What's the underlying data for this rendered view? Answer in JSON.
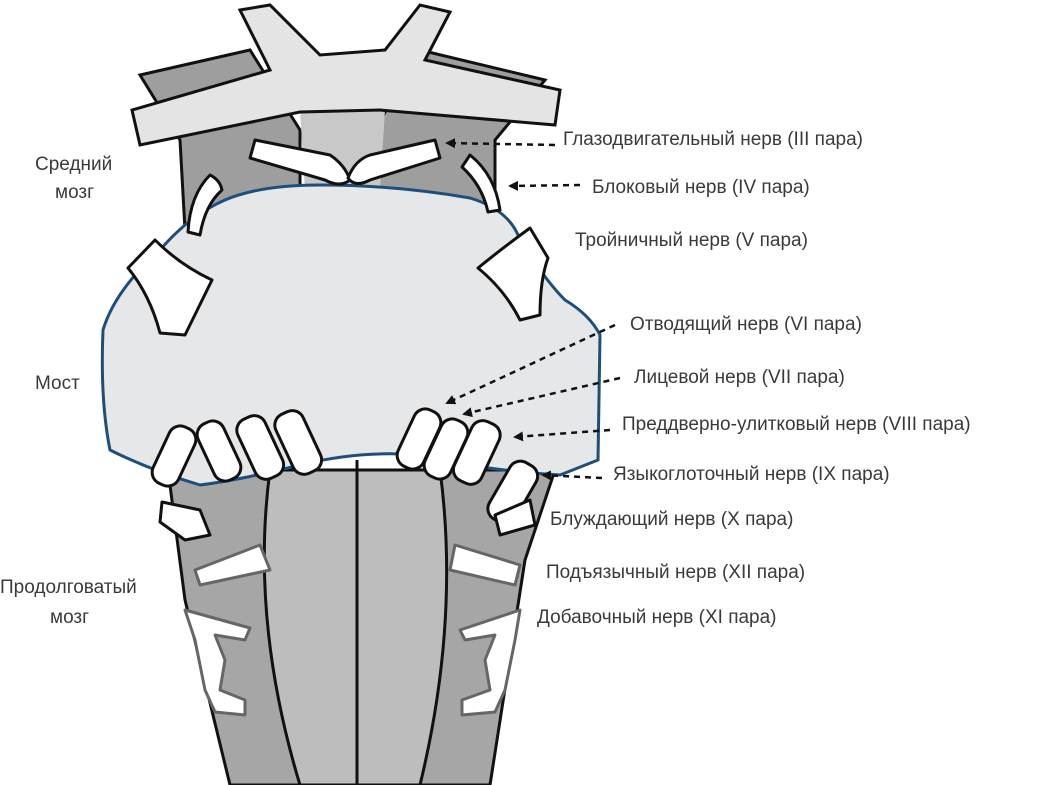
{
  "title": "Черепные нервы ствола мозга",
  "regions": {
    "midbrain": [
      "Средний",
      "мозг"
    ],
    "pons": "Мост",
    "medulla": [
      "Продолговатый",
      "мозг"
    ]
  },
  "nerves": [
    "Глазодвигательный нерв (III пара)",
    "Блоковый нерв  (IV пара)",
    "Тройничный нерв (V пара)",
    "Отводящий нерв  (VI пара)",
    "Лицевой нерв (VII пара)",
    "Преддверно-улитковый нерв (VIII пара)",
    "Языкоглоточный нерв (IX пара)",
    "Блуждающий нерв (X пара)",
    "Подъязычный нерв (XII пара)",
    "Добавочный нерв (XI пара)"
  ],
  "colors": {
    "pons_fill": "#e6e7e9",
    "pons_outline": "#1f4e79",
    "medulla": "#a6a6a6",
    "columns": "#bdbdbd",
    "midbrain": "#9e9e9e",
    "chiasm": "#e4e4e4"
  }
}
